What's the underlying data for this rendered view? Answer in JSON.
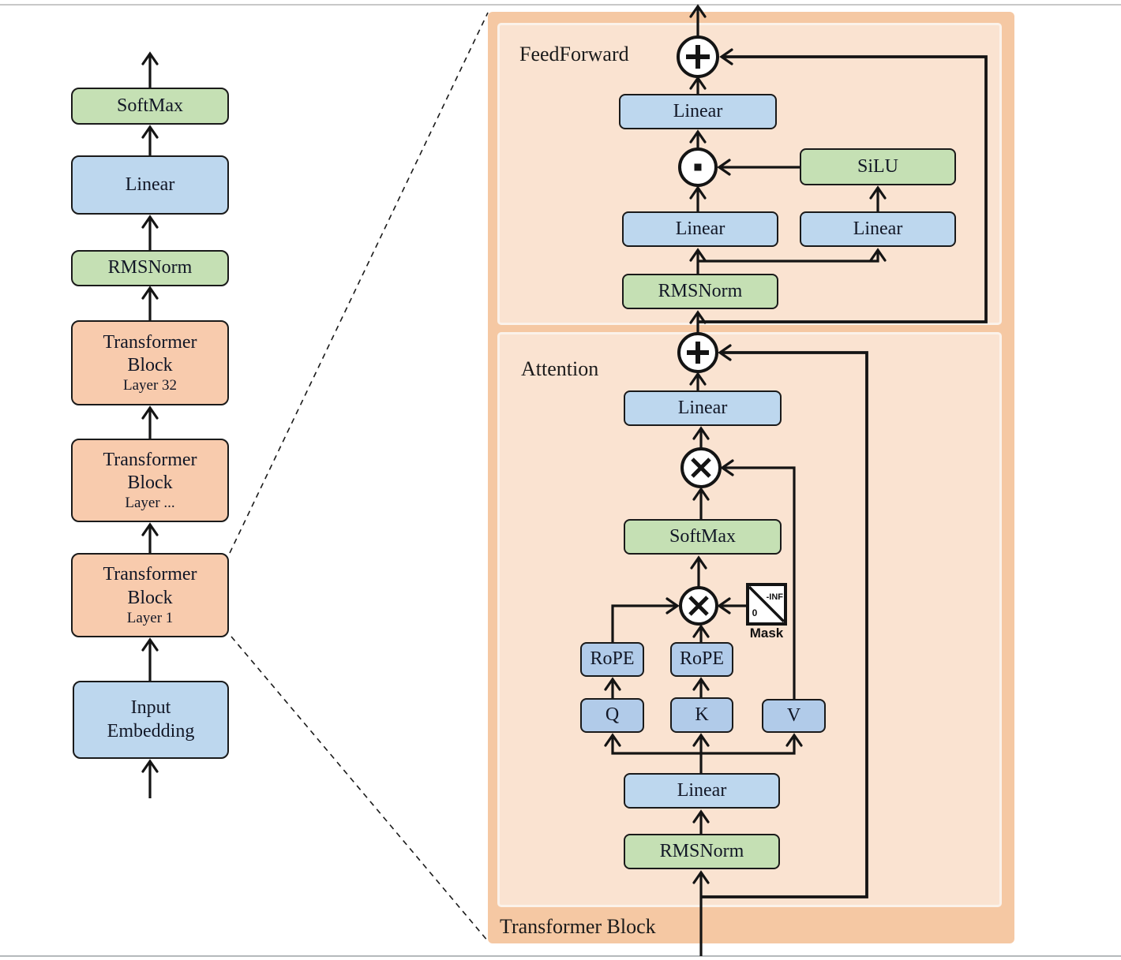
{
  "colors": {
    "page_bg": "#ffffff",
    "outer_panel": "#f5c8a3",
    "inner_panel": "#fae3d1",
    "inner_panel_border": "#fbf2ea",
    "green_box": "#c5e0b4",
    "blue_box": "#bdd7ee",
    "blue_small_box": "#b1cbe9",
    "orange_box": "#f8cbad",
    "line": "#141414"
  },
  "left_column": {
    "softmax": "SoftMax",
    "linear": "Linear",
    "rmsnorm": "RMSNorm",
    "tb32": {
      "line1": "Transformer",
      "line2": "Block",
      "sub": "Layer 32"
    },
    "tbdots": {
      "line1": "Transformer",
      "line2": "Block",
      "sub": "Layer ..."
    },
    "tb1": {
      "line1": "Transformer",
      "line2": "Block",
      "sub": "Layer 1"
    },
    "input_embedding": {
      "line1": "Input",
      "line2": "Embedding"
    }
  },
  "panel": {
    "title": "Transformer Block",
    "feedforward": {
      "label": "FeedForward",
      "linear_out": "Linear",
      "silu": "SiLU",
      "linear_gate": "Linear",
      "linear_up": "Linear",
      "rmsnorm": "RMSNorm"
    },
    "attention": {
      "label": "Attention",
      "linear_out": "Linear",
      "softmax": "SoftMax",
      "rope_q": "RoPE",
      "rope_k": "RoPE",
      "q": "Q",
      "k": "K",
      "v": "V",
      "mask_neg_inf": "-INF",
      "mask_zero": "0",
      "mask_label": "Mask",
      "linear_in": "Linear",
      "rmsnorm": "RMSNorm"
    }
  }
}
